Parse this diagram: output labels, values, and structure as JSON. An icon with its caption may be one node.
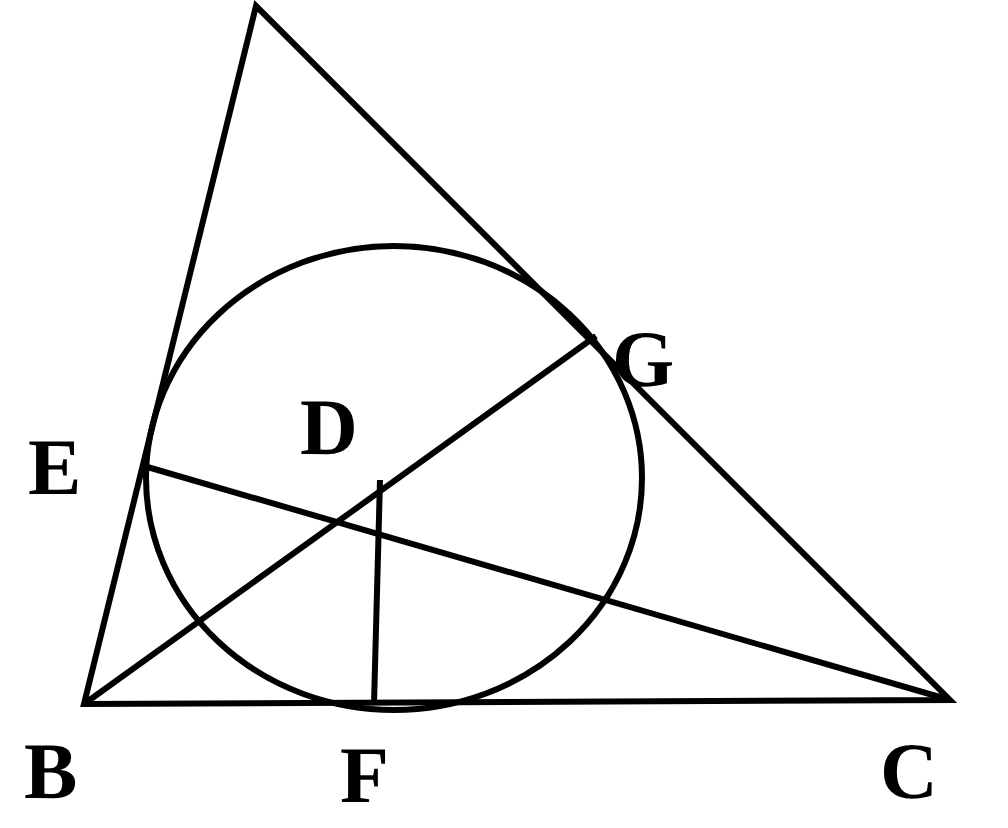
{
  "diagram": {
    "labels": [
      "G",
      "E",
      "D",
      "B",
      "F",
      "C"
    ]
  }
}
